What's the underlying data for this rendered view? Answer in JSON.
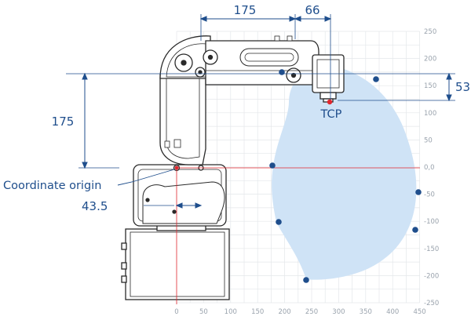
{
  "diagram": {
    "x_ticks": [
      "0",
      "50",
      "100",
      "150",
      "200",
      "250",
      "300",
      "350",
      "400",
      "450"
    ],
    "y_ticks": [
      "250",
      "200",
      "150",
      "100",
      "50",
      "0,0",
      "-50",
      "-100",
      "-150",
      "-200",
      "-250"
    ],
    "dimensions": {
      "top_left": "175",
      "top_right": "66",
      "left_vertical": "175",
      "right_vertical": "53",
      "base_offset": "43.5"
    },
    "labels": {
      "tcp": "TCP",
      "origin": "Coordinate origin"
    },
    "colors": {
      "workspace": "#cfe3f6",
      "grid": "#e4e7ea",
      "dimension": "#1f4e8c",
      "point": "#1f4e8c",
      "tcp_point": "#e0262e",
      "axis_line": "#e0262e",
      "robot_stroke": "#2a2a2a"
    }
  }
}
